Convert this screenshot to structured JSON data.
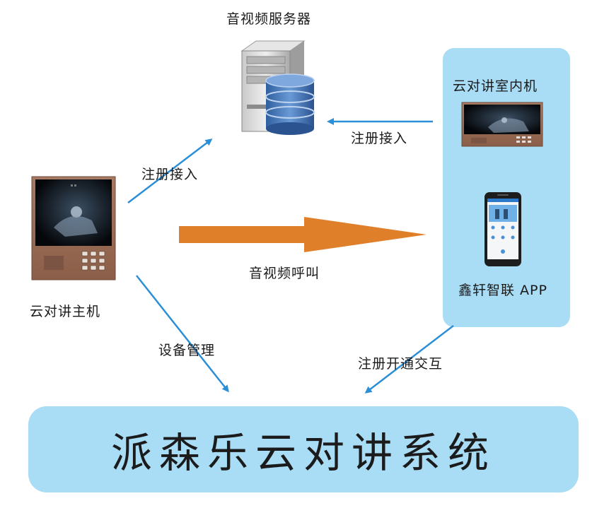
{
  "labels": {
    "server": "音视频服务器",
    "register_left": "注册接入",
    "register_right": "注册接入",
    "indoor_unit": "云对讲室内机",
    "av_call": "音视频呼叫",
    "main_unit": "云对讲主机",
    "app": "鑫轩智联 APP",
    "device_mgmt": "设备管理",
    "register_interact": "注册开通交互",
    "system_title": "派森乐云对讲系统"
  },
  "colors": {
    "panel": "#a9dcf5",
    "arrow_blue": "#2a8fd6",
    "arrow_orange": "#e07f2a"
  }
}
